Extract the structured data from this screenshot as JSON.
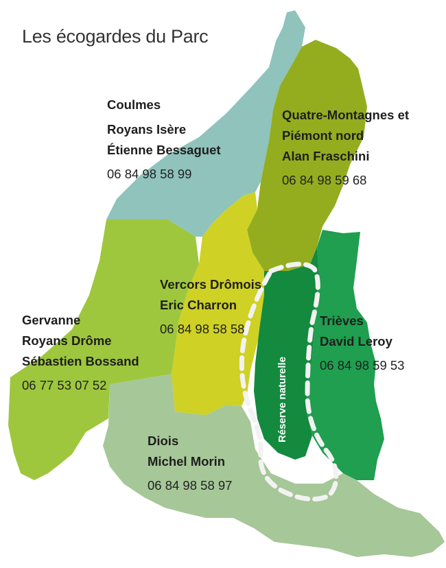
{
  "title": "Les écogardes du Parc",
  "regions": {
    "coulmes": {
      "line1": "Coulmes",
      "line2": "Royans Isère",
      "agent": "Étienne Bessaguet",
      "phone": "06 84 98 58 99",
      "color": "#8fc3bc"
    },
    "quatre_montagnes": {
      "line1": "Quatre-Montagnes et",
      "line2": "Piémont nord",
      "agent": "Alan Fraschini",
      "phone": "06 84 98 59 68",
      "color": "#93ad1e"
    },
    "vercors_dromois": {
      "line1": "Vercors Drômois",
      "agent": "Eric Charron",
      "phone": "06 84 98 58 58",
      "color": "#cfd125"
    },
    "gervanne": {
      "line1": "Gervanne",
      "line2": "Royans Drôme",
      "agent": "Sébastien Bossand",
      "phone": "06 77 53 07 52",
      "color": "#9ec73d"
    },
    "trieves": {
      "line1": "Trièves",
      "agent": "David Leroy",
      "phone": "06 84 98 59 53",
      "color": "#1f9f4f"
    },
    "diois": {
      "line1": "Diois",
      "agent": "Michel Morin",
      "phone": "06 84 98 58 97",
      "color": "#a6c798"
    }
  },
  "reserve": {
    "label": "Réserve naturelle",
    "color": "#138a3e"
  }
}
